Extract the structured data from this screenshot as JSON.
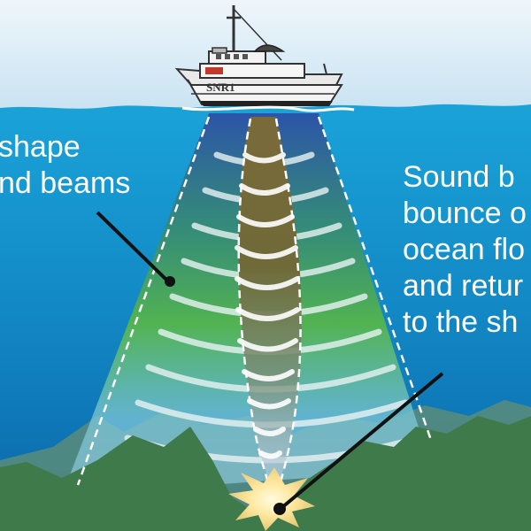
{
  "ship": {
    "name": "SNR1"
  },
  "annotations": {
    "left": {
      "lines": [
        "shape",
        "nd beams"
      ]
    },
    "right": {
      "lines": [
        "Sound b",
        "bounce o",
        "ocean flo",
        "and retur",
        "to the sh"
      ]
    }
  },
  "colors": {
    "sky": "#d9ecf6",
    "ocean_top": "#1aa0d4",
    "ocean_bottom": "#0b6fb0",
    "seafloor": "#3f7a4a",
    "seafloor_far": "#5b8b77",
    "beam_green": "#4fb34a",
    "beam_blue": "#2f5fb0",
    "inner_beam": "#6b5e34",
    "impact": "#ffe28a",
    "leader_line": "#111111"
  },
  "icons": {
    "ship": "research-vessel-icon",
    "impact": "sonar-impact-burst-icon"
  }
}
